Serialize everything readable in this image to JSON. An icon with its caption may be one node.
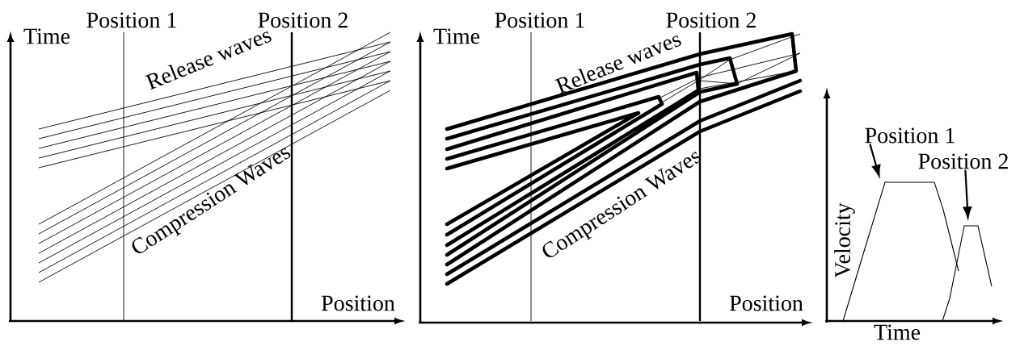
{
  "diagram": {
    "nodes": [
      {
        "text": [
          "Position 1"
        ]
      },
      {
        "text": [
          "Position 2"
        ]
      },
      {
        "text": [],
        "shape": "curve"
      },
      {
        "text": [],
        "shape": "curve"
      }
    ],
    "edges": [
      {
        "from": 0,
        "to": 2,
        "arrow": "to"
      },
      {
        "from": 1,
        "to": 3,
        "arrow": "to"
      }
    ],
    "labels": [
      "Time",
      "Position 1",
      "Position 2",
      "Release waves",
      "Compression Waves",
      "Position",
      "Time",
      "Position 1",
      "Position 2",
      "Release waves",
      "Compression Waves",
      "Position",
      "Velocity",
      "Time"
    ]
  }
}
